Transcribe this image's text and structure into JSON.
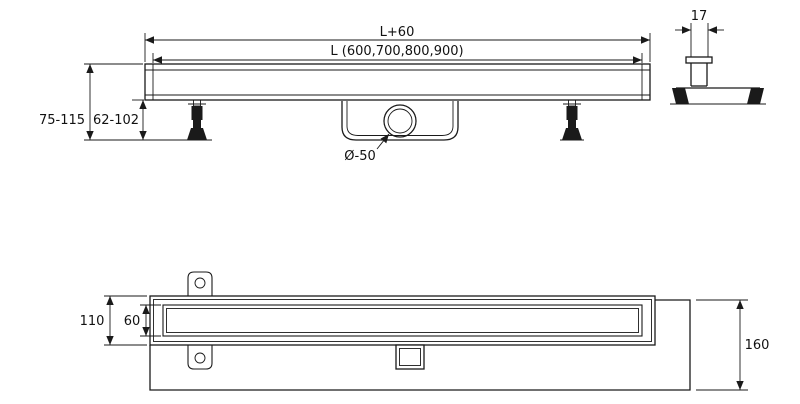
{
  "drawing": {
    "front_view": {
      "total_length": "L+60",
      "channel_length": "L (600,700,800,900)",
      "install_height": "75-115",
      "body_height": "62-102",
      "outlet_diameter": "Ø-50"
    },
    "side_view": {
      "profile_width": "17"
    },
    "plan_view": {
      "overall_width": "110",
      "inner_width": "60",
      "base_height": "160"
    }
  }
}
